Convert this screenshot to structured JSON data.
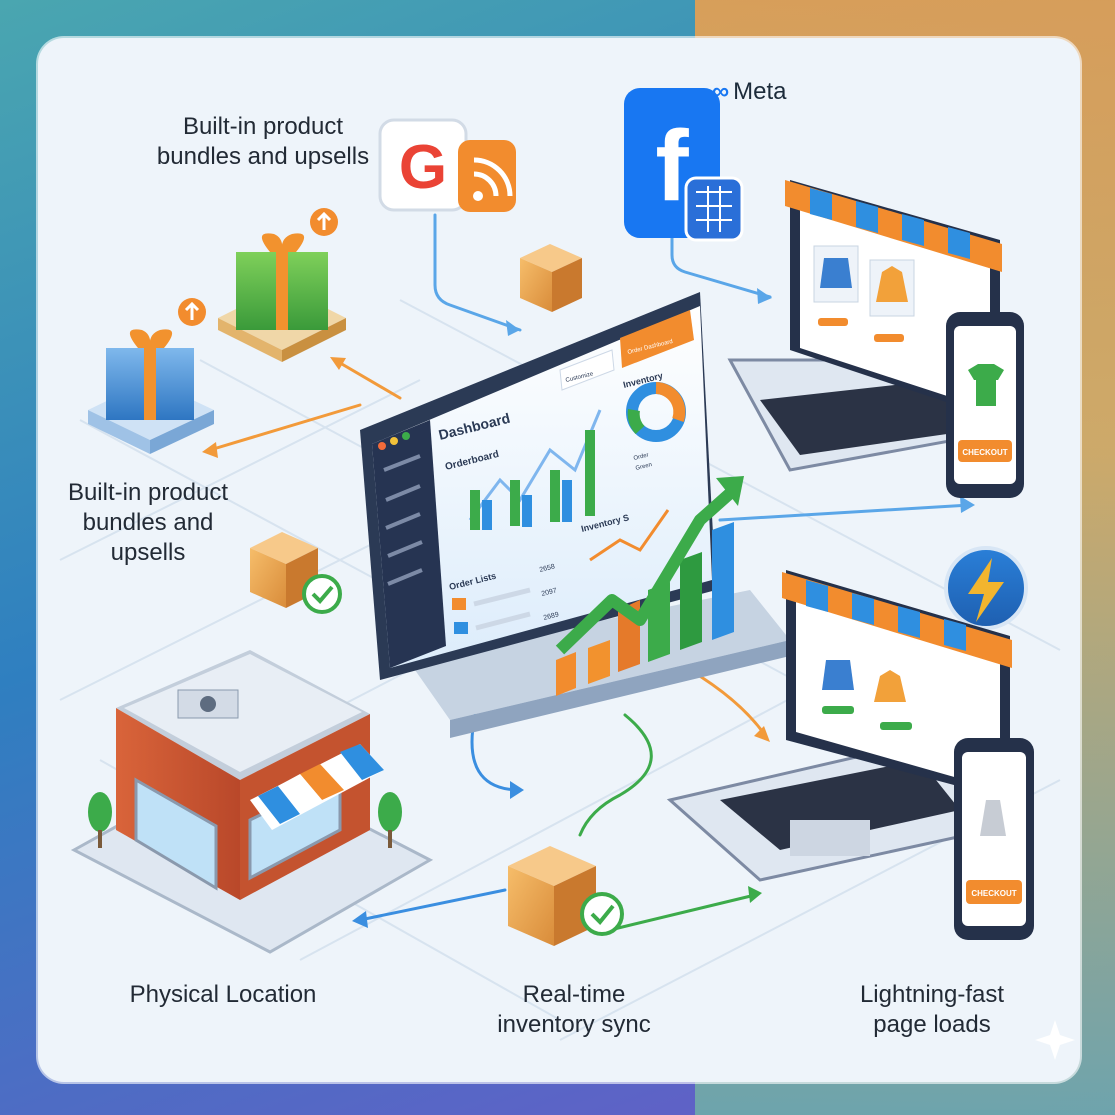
{
  "labels": {
    "bundles_top": "Built-in product\nbundles and upsells",
    "bundles_left": "Built-in product\nbundles and\nupsells",
    "physical": "Physical Location",
    "sync": "Real-time\ninventory sync",
    "fast": "Lightning-fast\npage loads",
    "meta": "Meta"
  },
  "dashboard": {
    "title": "Dashboard",
    "orderboard": "Orderboard",
    "inventory": "Inventory",
    "inventory2": "Inventory S",
    "order_lists": "Order Lists",
    "customize": "Customize",
    "order_btn": "Order Dashboard",
    "row1": "2658",
    "row2": "2097",
    "row3": "2689",
    "legend1": "Order",
    "legend2": "Green"
  },
  "phone_buttons": {
    "checkout_top": "CHECKOUT",
    "checkout_bottom": "CHECKOUT"
  },
  "colors": {
    "accent_orange": "#f2922e",
    "accent_blue": "#2f8fe0",
    "accent_green": "#3cab4a",
    "dark_navy": "#1f2b45"
  }
}
